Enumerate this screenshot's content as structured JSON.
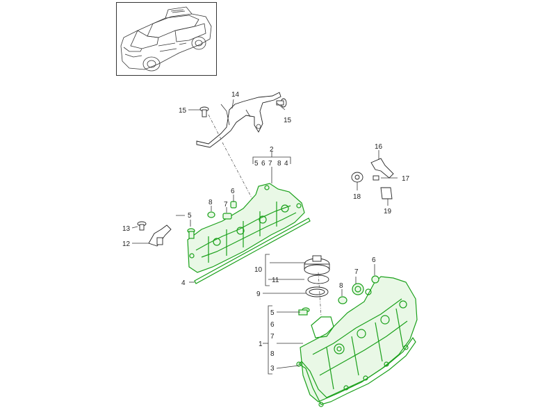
{
  "diagram": {
    "accent_color": "#1aa01a",
    "thumbnail_icon": "car-suv-icon",
    "callouts": {
      "c1": "1",
      "c2": "2",
      "c2_subparts": [
        "5",
        "6",
        "7",
        "8",
        "4"
      ],
      "c3": "3",
      "c4": "4",
      "c5_upper": "5",
      "c5_lower": "5",
      "c6_upper": "6",
      "c6_lower": "6",
      "c6_right": "6",
      "c7_upper": "7",
      "c7_lower": "7",
      "c7_right": "7",
      "c8_upper": "8",
      "c8_lower": "8",
      "c8_right": "8",
      "c9": "9",
      "c10": "10",
      "c11": "11",
      "c12": "12",
      "c13": "13",
      "c14": "14",
      "c15_left": "15",
      "c15_right": "15",
      "c16": "16",
      "c17": "17",
      "c18": "18",
      "c19": "19"
    }
  }
}
